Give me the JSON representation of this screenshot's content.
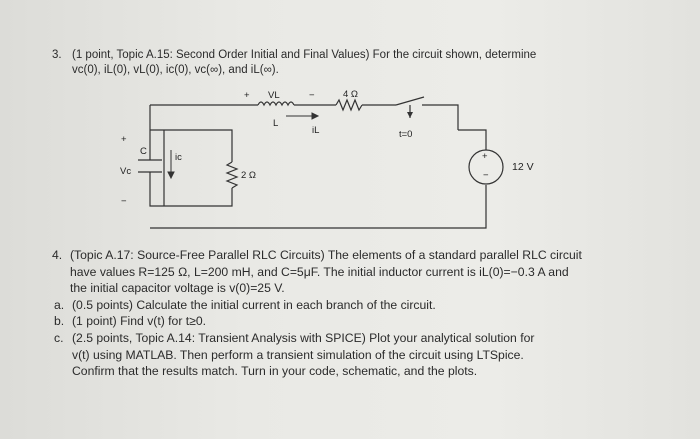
{
  "problem3": {
    "number": "3.",
    "line1": "(1 point, Topic A.15: Second Order Initial and Final Values) For the circuit shown, determine",
    "line2": "vc(0), iL(0), vL(0), ic(0), vc(∞), and iL(∞)."
  },
  "circuit": {
    "vl_plus": "+",
    "vl_label": "VL",
    "vl_minus": "−",
    "r4_label": "4 Ω",
    "l_label": "L",
    "il_label": "iL",
    "switch_label": "t=0",
    "vc_plus": "+",
    "c_label": "C",
    "ic_label": "ic",
    "vc_label": "Vc",
    "vc_minus": "−",
    "r2_label": "2 Ω",
    "src_plus": "+",
    "src_minus": "−",
    "src_label": "12 V"
  },
  "problem4": {
    "number": "4.",
    "lines": [
      "(Topic A.17: Source-Free Parallel RLC Circuits) The elements of a standard parallel RLC circuit",
      "have values R=125 Ω, L=200 mH, and C=5μF. The initial inductor current is iL(0)=−0.3 A and",
      "the initial capacitor voltage is v(0)=25 V."
    ],
    "parts": [
      {
        "label": "a.",
        "text": "(0.5 points) Calculate the initial current in each branch of the circuit."
      },
      {
        "label": "b.",
        "text": "(1 point) Find v(t) for t≥0."
      },
      {
        "label": "c.",
        "text": "(2.5 points, Topic A.14: Transient Analysis with SPICE) Plot your analytical solution for"
      }
    ],
    "cont": [
      "v(t) using MATLAB. Then perform a transient simulation of the circuit using LTSpice.",
      "Confirm that the results match. Turn in your code, schematic, and the plots."
    ]
  }
}
